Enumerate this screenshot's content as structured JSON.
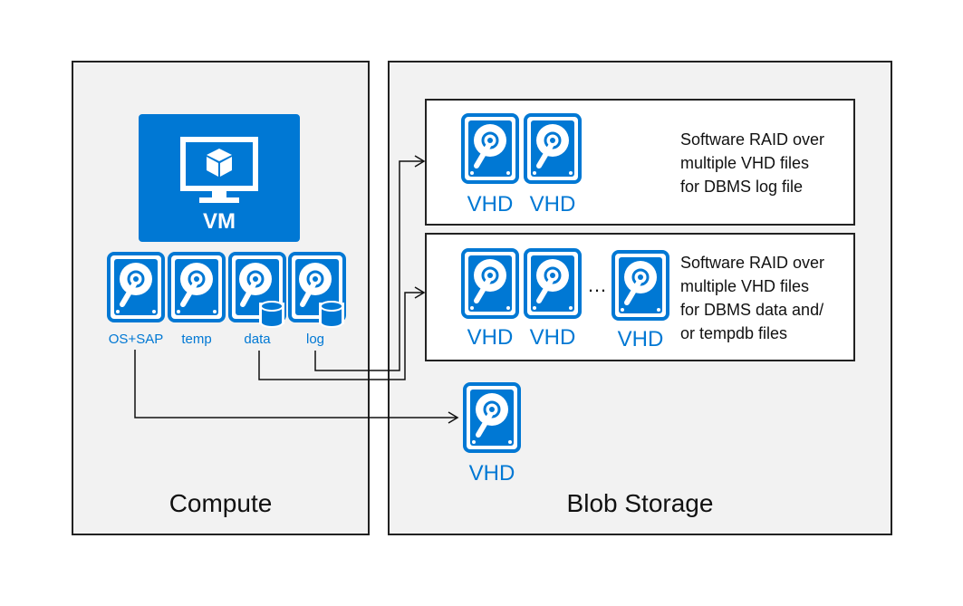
{
  "compute": {
    "title": "Compute"
  },
  "storage": {
    "title": "Blob Storage"
  },
  "vm": {
    "label": "VM"
  },
  "vm_disks": [
    {
      "label": "OS+SAP",
      "icon": "hard-disk-icon"
    },
    {
      "label": "temp",
      "icon": "hard-disk-icon"
    },
    {
      "label": "data",
      "icon": "hard-disk-database-icon"
    },
    {
      "label": "log",
      "icon": "hard-disk-database-icon"
    }
  ],
  "log_group": {
    "disk_labels": [
      "VHD",
      "VHD"
    ],
    "description": [
      "Software RAID over",
      "multiple VHD files",
      "for DBMS log file"
    ]
  },
  "data_group": {
    "disk_labels": [
      "VHD",
      "VHD",
      "VHD"
    ],
    "ellipsis": "…",
    "description": [
      "Software RAID over",
      "multiple VHD files",
      "for DBMS data and/",
      "or tempdb files"
    ]
  },
  "os_vhd": {
    "label": "VHD"
  },
  "colors": {
    "accent": "#0078d4",
    "panel": "#f2f2f2",
    "border": "#222222"
  }
}
